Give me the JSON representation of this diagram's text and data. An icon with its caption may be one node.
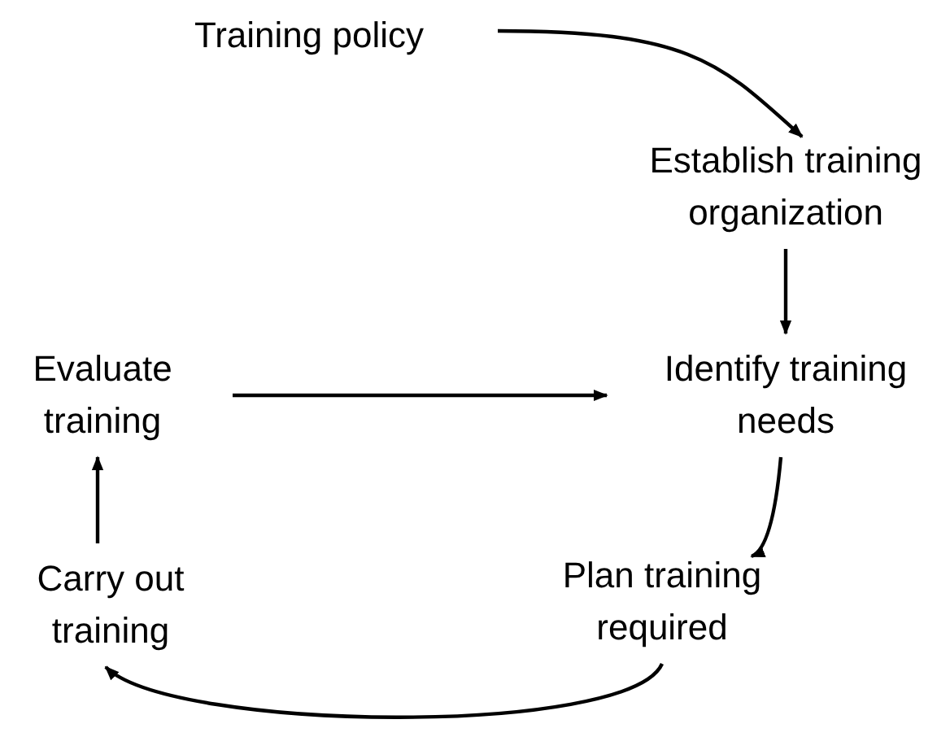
{
  "diagram": {
    "nodes": [
      {
        "text": [
          "Training policy"
        ]
      },
      {
        "text": [
          "Establish training organization"
        ]
      },
      {
        "text": [
          "Identify training needs"
        ]
      },
      {
        "text": [
          "Evaluate training"
        ]
      },
      {
        "text": [
          "Plan training required"
        ]
      },
      {
        "text": [
          "Carry out training"
        ]
      }
    ],
    "edges": [
      {
        "from": 0,
        "to": 1,
        "arrow": "to"
      },
      {
        "from": 1,
        "to": 2,
        "arrow": "to"
      },
      {
        "from": 3,
        "to": 2,
        "arrow": "to"
      },
      {
        "from": 2,
        "to": 4,
        "arrow": "to"
      },
      {
        "from": 4,
        "to": 5,
        "arrow": "to"
      },
      {
        "from": 5,
        "to": 3,
        "arrow": "to"
      }
    ]
  }
}
